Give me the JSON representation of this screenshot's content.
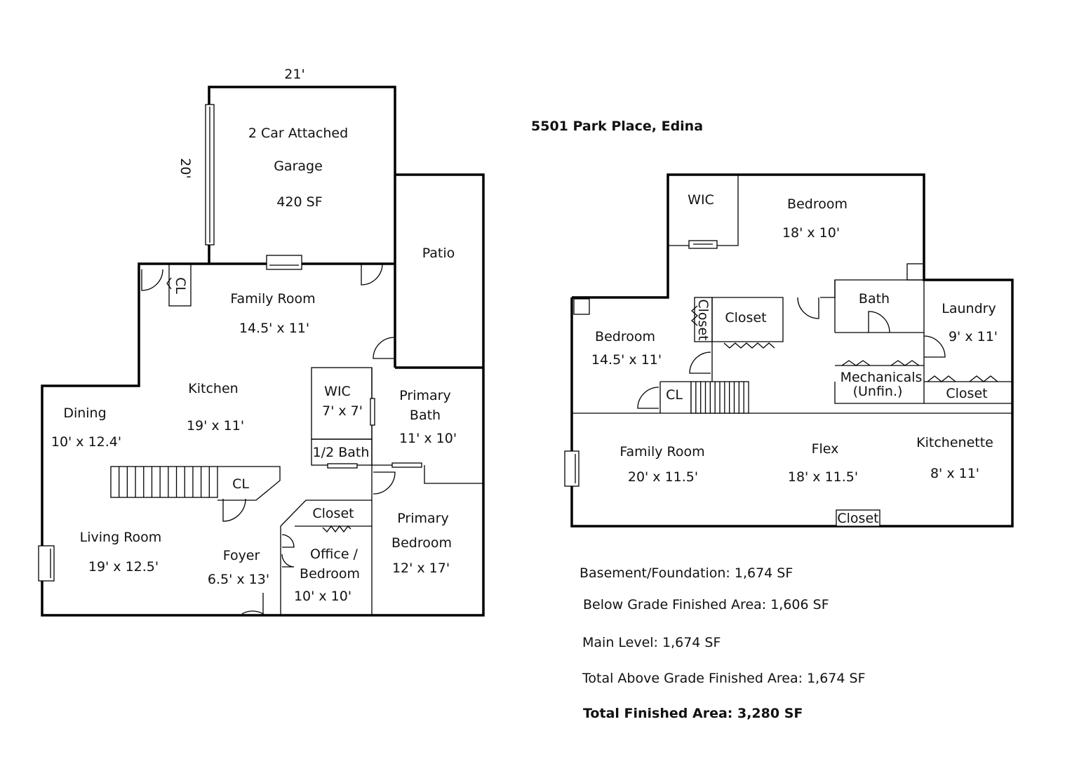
{
  "title": "5501 Park Place, Edina",
  "main_level": {
    "garage_width": "21'",
    "garage_depth": "20'",
    "garage": [
      "2 Car Attached",
      "Garage",
      "420 SF"
    ],
    "patio": "Patio",
    "closet_short": "CL",
    "family_room": {
      "name": "Family Room",
      "size": "14.5' x 11'"
    },
    "kitchen": {
      "name": "Kitchen",
      "size": "19' x 11'"
    },
    "dining": {
      "name": "Dining",
      "size": "10' x 12.4'"
    },
    "wic": {
      "name": "WIC",
      "size": "7' x 7'"
    },
    "half_bath": "1/2 Bath",
    "primary_bath": {
      "name": [
        "Primary",
        "Bath"
      ],
      "size": "11' x 10'"
    },
    "stair_closet": "CL",
    "living_room": {
      "name": "Living Room",
      "size": "19' x 12.5'"
    },
    "foyer": {
      "name": "Foyer",
      "size": "6.5' x 13'"
    },
    "closet": "Closet",
    "office": {
      "name": [
        "Office /",
        "Bedroom"
      ],
      "size": "10' x 10'"
    },
    "primary_bedroom": {
      "name": [
        "Primary",
        "Bedroom"
      ],
      "size": "12' x 17'"
    }
  },
  "lower_level": {
    "wic": "WIC",
    "bedroom_1": {
      "name": "Bedroom",
      "size": "18' x 10'"
    },
    "closet_vertical": "Closet",
    "closet": "Closet",
    "bath": "Bath",
    "laundry": {
      "name": "Laundry",
      "size": "9' x 11'"
    },
    "bedroom_2": {
      "name": "Bedroom",
      "size": "14.5' x 11'"
    },
    "cl": "CL",
    "mechanicals": [
      "Mechanicals",
      "(Unfin.)"
    ],
    "laundry_closet": "Closet",
    "family_room": {
      "name": "Family Room",
      "size": "20' x 11.5'"
    },
    "flex": {
      "name": "Flex",
      "size": "18' x 11.5'"
    },
    "kitchenette": {
      "name": "Kitchenette",
      "size": "8' x 11'"
    },
    "bottom_closet": "Closet"
  },
  "summary": {
    "basement": "Basement/Foundation: 1,674 SF",
    "below_grade": "Below Grade Finished Area: 1,606 SF",
    "main_level": "Main Level: 1,674 SF",
    "above_grade": "Total Above Grade Finished Area: 1,674 SF",
    "total": "Total Finished Area: 3,280 SF"
  }
}
